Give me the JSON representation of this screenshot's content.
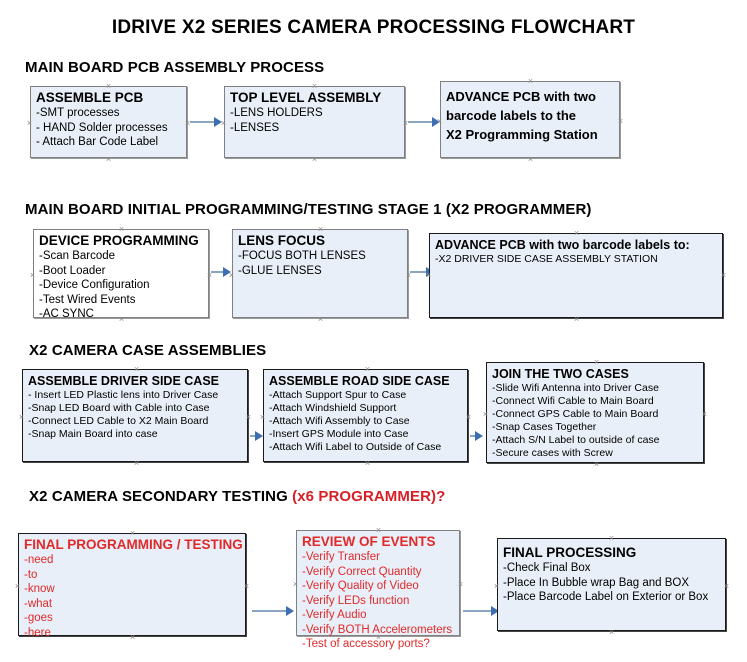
{
  "document": {
    "title": "IDRIVE X2  SERIES CAMERA PROCESSING FLOWCHART"
  },
  "colors": {
    "box_fill": "#e9eff8",
    "box_border": "#808080",
    "connector": "#8aa6c0",
    "arrow_head": "#3d6fb0",
    "accent_red": "#e02a2a",
    "title_red": "#d81f26",
    "text": "#000000"
  },
  "sections": [
    {
      "id": "main-board-pcb-assembly",
      "heading": "MAIN BOARD PCB ASSEMBLY PROCESS",
      "heading_accent": "",
      "boxes": [
        {
          "id": "assemble-pcb",
          "title": "ASSEMBLE PCB",
          "lines": [
            "-SMT processes",
            "- HAND Solder processes",
            "- Attach Bar Code Label"
          ]
        },
        {
          "id": "top-level-assembly",
          "title": "TOP LEVEL ASSEMBLY",
          "lines": [
            "-LENS HOLDERS",
            "-LENSES"
          ]
        },
        {
          "id": "advance-pcb-to-x2-programming-station",
          "title": "",
          "paragraph": [
            "ADVANCE PCB with two",
            "barcode labels to the",
            " X2 Programming Station"
          ],
          "lines": []
        }
      ]
    },
    {
      "id": "main-board-initial-programming",
      "heading": "MAIN BOARD INITIAL PROGRAMMING/TESTING STAGE 1 (X2 PROGRAMMER)",
      "heading_accent": "",
      "boxes": [
        {
          "id": "device-programming",
          "title": "DEVICE PROGRAMMING",
          "lines": [
            "-Scan Barcode",
            "-Boot Loader",
            "-Device Configuration",
            "-Test Wired Events",
            "-AC SYNC"
          ]
        },
        {
          "id": "lens-focus",
          "title": "LENS FOCUS",
          "lines": [
            "-FOCUS BOTH LENSES",
            "-GLUE LENSES"
          ]
        },
        {
          "id": "advance-pcb-to-driver-side-case-assembly",
          "title": "ADVANCE PCB with two barcode labels to:",
          "lines": [
            "-X2 DRIVER  SIDE  CASE  ASSEMBLY STATION"
          ]
        }
      ]
    },
    {
      "id": "x2-camera-case-assemblies",
      "heading": "X2 CAMERA CASE ASSEMBLIES",
      "heading_accent": "",
      "boxes": [
        {
          "id": "assemble-driver-side-case",
          "title": "ASSEMBLE DRIVER SIDE CASE",
          "lines": [
            "- Insert LED Plastic lens into Driver Case",
            "-Snap LED Board with Cable into Case",
            "-Connect LED Cable to X2 Main Board",
            "-Snap Main Board into case"
          ]
        },
        {
          "id": "assemble-road-side-case",
          "title": "ASSEMBLE ROAD SIDE CASE",
          "lines": [
            "-Attach Support Spur to Case",
            "-Attach Windshield Support",
            "-Attach Wifi Assembly to Case",
            "-Insert GPS Module into Case",
            "-Attach Wifi Label to Outside of Case"
          ]
        },
        {
          "id": "join-the-two-cases",
          "title": "JOIN THE TWO CASES",
          "lines": [
            "-Slide Wifi Antenna into Driver Case",
            "-Connect Wifi Cable to Main Board",
            "-Connect GPS Cable to Main Board",
            "-Snap Cases Together",
            "-Attach S/N Label to outside of case",
            "-Secure cases with Screw"
          ]
        }
      ]
    },
    {
      "id": "x2-camera-secondary-testing",
      "heading": "X2 CAMERA SECONDARY TESTING ",
      "heading_accent": "(x6 PROGRAMMER)?",
      "boxes": [
        {
          "id": "final-programming-testing",
          "title": "FINAL PROGRAMMING / TESTING",
          "red": true,
          "lines": [
            "-need",
            "-to",
            "-know",
            "-what",
            "-goes",
            "-here"
          ]
        },
        {
          "id": "review-of-events",
          "title": "REVIEW OF EVENTS",
          "red": true,
          "lines": [
            "-Verify Transfer",
            "-Verify Correct Quantity",
            "-Verify Quality of Video",
            "-Verify LEDs function",
            "-Verify Audio",
            "-Verify BOTH Accelerometers",
            "-Test of accessory ports?"
          ]
        },
        {
          "id": "final-processing",
          "title": "FINAL PROCESSING",
          "lines": [
            " -Check Final Box",
            "-Place In Bubble wrap Bag and BOX",
            "-Place Barcode Label on Exterior or Box"
          ]
        }
      ]
    }
  ]
}
